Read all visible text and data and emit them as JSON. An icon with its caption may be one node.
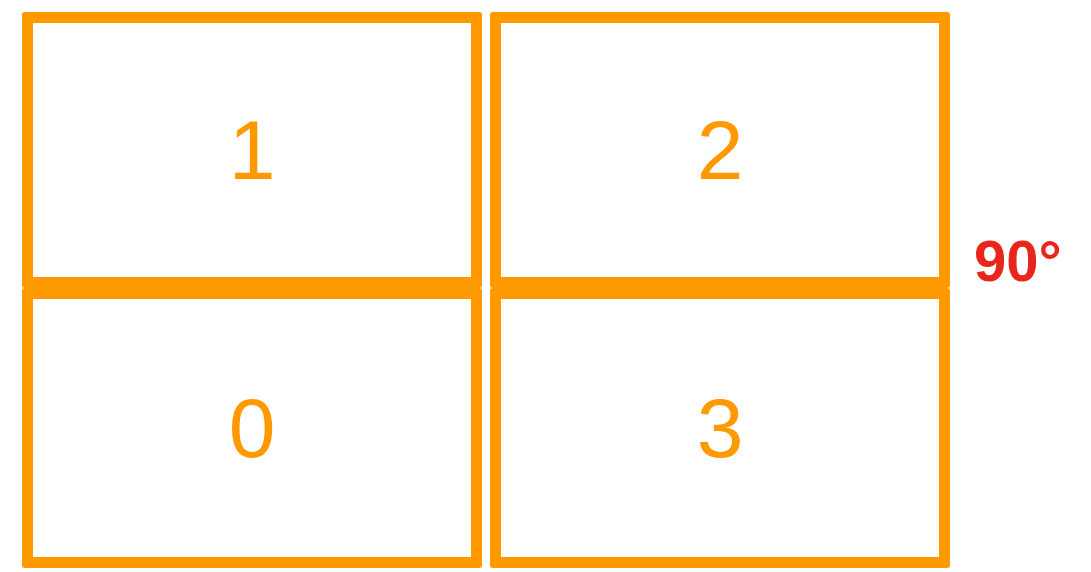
{
  "diagram": {
    "nodes": [
      {
        "text": [
          "1"
        ]
      },
      {
        "text": [
          "2"
        ]
      },
      {
        "text": [
          "0"
        ]
      },
      {
        "text": [
          "3"
        ]
      }
    ],
    "edges": [],
    "labels": [
      "90°"
    ]
  }
}
